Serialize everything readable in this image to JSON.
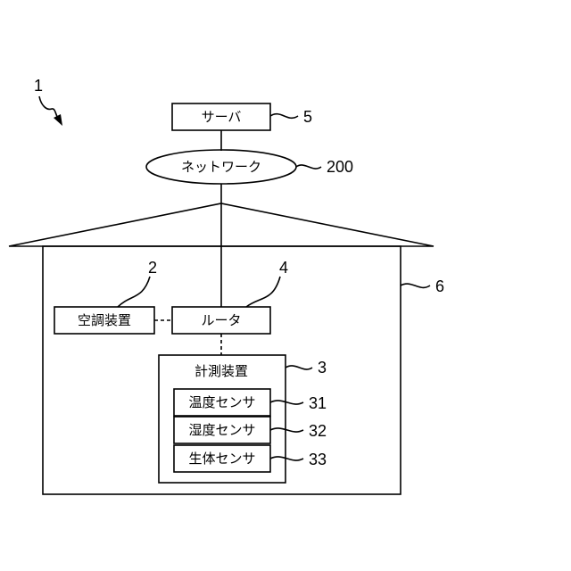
{
  "diagram": {
    "system_ref": "1",
    "server": {
      "label": "サーバ",
      "ref": "5"
    },
    "network": {
      "label": "ネットワーク",
      "ref": "200"
    },
    "house": {
      "ref": "6"
    },
    "air_conditioner": {
      "label": "空調装置",
      "ref": "2"
    },
    "router": {
      "label": "ルータ",
      "ref": "4"
    },
    "measuring_device": {
      "label": "計測装置",
      "ref": "3"
    },
    "sensors": [
      {
        "label": "温度センサ",
        "ref": "31"
      },
      {
        "label": "湿度センサ",
        "ref": "32"
      },
      {
        "label": "生体センサ",
        "ref": "33"
      }
    ]
  }
}
